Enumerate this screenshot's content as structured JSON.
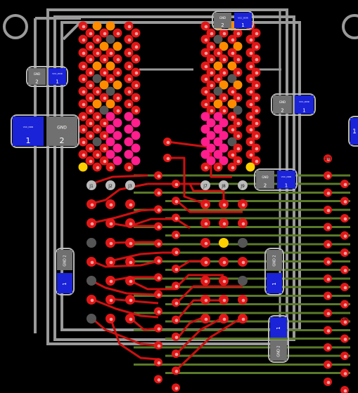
{
  "view": {
    "name": "pcb-layout-view",
    "colors": {
      "background": "#000000",
      "outline": "#9a9a9a",
      "trace_red": "#cc1010",
      "trace_green": "#5a7a28",
      "pad_red": "#e01818",
      "pad_orange": "#ff8c00",
      "pad_pink": "#ff1e8c",
      "pad_gray": "#555555",
      "pad_yellow": "#ffd000",
      "component_blue": "#1a23d8",
      "component_gray": "#707070"
    }
  },
  "pin_labels": {
    "j1": "J1",
    "j2": "J2",
    "j3": "J3",
    "j7": "J7",
    "j8": "J8",
    "j9": "J9"
  },
  "via_labels": [
    "18I",
    "18I"
  ],
  "capacitors": [
    {
      "id": "c-top",
      "gnd": "GND",
      "gnd_num": "2",
      "vcc": "VCC_DDR",
      "vcc_num": "1"
    },
    {
      "id": "c-left-small",
      "gnd": "GND",
      "gnd_num": "2",
      "vcc": "VCC_DDR",
      "vcc_num": "1"
    },
    {
      "id": "c-left-large",
      "gnd": "GND",
      "gnd_num": "2",
      "vcc": "VCC_DDR",
      "vcc_num": "1"
    },
    {
      "id": "c-right-upper",
      "gnd": "GND",
      "gnd_num": "2",
      "vcc": "VCC_DDR",
      "vcc_num": "1"
    },
    {
      "id": "c-mid-right",
      "gnd": "GND",
      "gnd_num": "2",
      "vcc": "VCC_DDR",
      "vcc_num": "1"
    },
    {
      "id": "c-left-mid",
      "gnd": "GND",
      "gnd_num": "2",
      "vcc": "VCC_DDR",
      "vcc_num": "1"
    },
    {
      "id": "c-right-mid",
      "gnd": "GND",
      "gnd_num": "2",
      "vcc": "VCC_DDR",
      "vcc_num": "1"
    },
    {
      "id": "c-right-low",
      "gnd": "GND",
      "gnd_num": "2",
      "vcc": "VCC_DDR",
      "vcc_num": "1"
    },
    {
      "id": "c-far-right",
      "vcc_num": "1"
    }
  ]
}
